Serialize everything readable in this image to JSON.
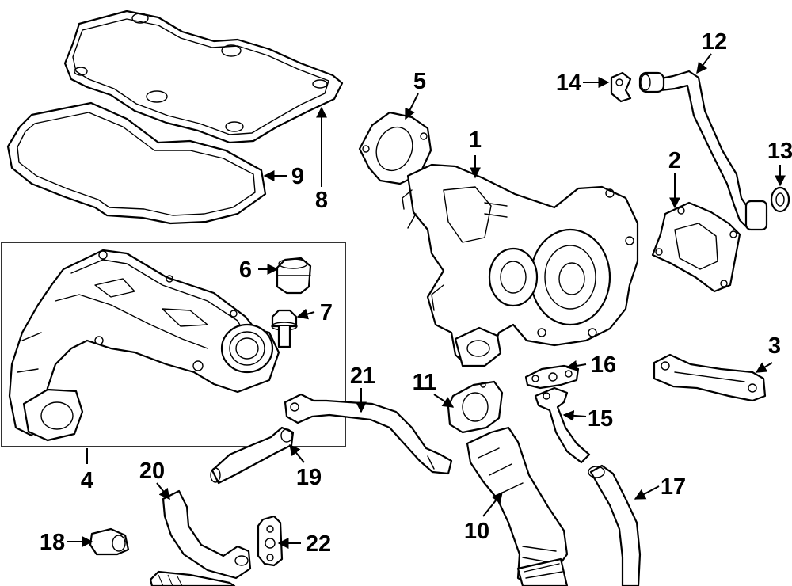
{
  "callouts": [
    {
      "id": "1",
      "label": "1"
    },
    {
      "id": "2",
      "label": "2"
    },
    {
      "id": "3",
      "label": "3"
    },
    {
      "id": "4",
      "label": "4"
    },
    {
      "id": "5",
      "label": "5"
    },
    {
      "id": "6",
      "label": "6"
    },
    {
      "id": "7",
      "label": "7"
    },
    {
      "id": "8",
      "label": "8"
    },
    {
      "id": "9",
      "label": "9"
    },
    {
      "id": "10",
      "label": "10"
    },
    {
      "id": "11",
      "label": "11"
    },
    {
      "id": "12",
      "label": "12"
    },
    {
      "id": "13",
      "label": "13"
    },
    {
      "id": "14",
      "label": "14"
    },
    {
      "id": "15",
      "label": "15"
    },
    {
      "id": "16",
      "label": "16"
    },
    {
      "id": "17",
      "label": "17"
    },
    {
      "id": "18",
      "label": "18"
    },
    {
      "id": "19",
      "label": "19"
    },
    {
      "id": "20",
      "label": "20"
    },
    {
      "id": "21",
      "label": "21"
    },
    {
      "id": "22",
      "label": "22"
    }
  ],
  "style": {
    "line_color": "#000000",
    "background": "#ffffff"
  }
}
